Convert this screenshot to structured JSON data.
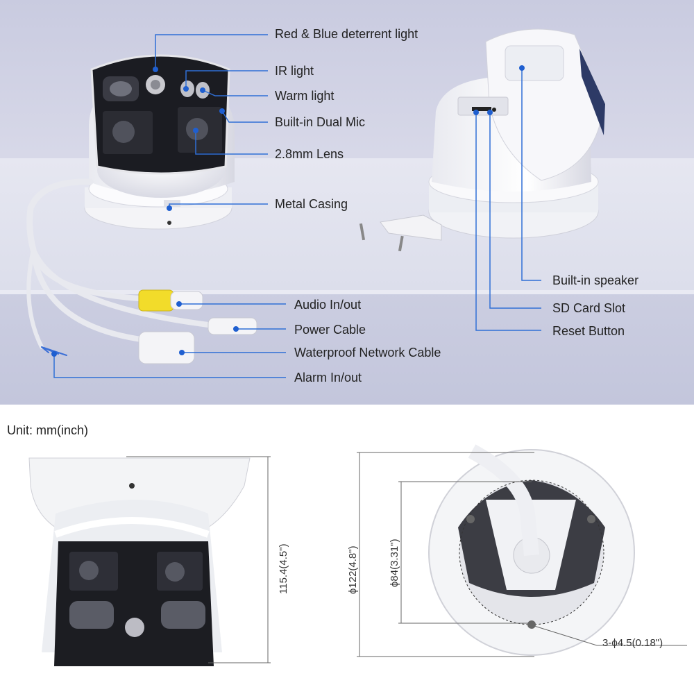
{
  "callouts_left": [
    {
      "text": "Red & Blue deterrent light"
    },
    {
      "text": "IR light"
    },
    {
      "text": "Warm light"
    },
    {
      "text": "Built-in Dual Mic"
    },
    {
      "text": "2.8mm Lens"
    },
    {
      "text": "Metal Casing"
    }
  ],
  "callouts_right": [
    {
      "text": "Built-in speaker"
    },
    {
      "text": "SD Card Slot"
    },
    {
      "text": "Reset Button"
    }
  ],
  "callouts_cables": [
    {
      "text": "Audio In/out"
    },
    {
      "text": "Power Cable"
    },
    {
      "text": "Waterproof Network Cable"
    },
    {
      "text": "Alarm In/out"
    }
  ],
  "unit_label": "Unit: mm(inch)",
  "dimensions": {
    "height": "115.4(4.5\")",
    "outer_diameter": "ϕ122(4.8\")",
    "inner_diameter": "ϕ84(3.31\")",
    "holes": "3-ϕ4.5(0.18\")"
  },
  "colors": {
    "callout_line": "#2f6fd6",
    "callout_dot": "#1f5fd0",
    "background_top": "#cfd1e3",
    "camera_white": "#f4f4f6",
    "lens_black": "#1b1c22"
  },
  "icons": [
    "camera-front-view",
    "camera-back-view",
    "cable-bundle",
    "dimension-side-view",
    "dimension-bottom-view"
  ]
}
